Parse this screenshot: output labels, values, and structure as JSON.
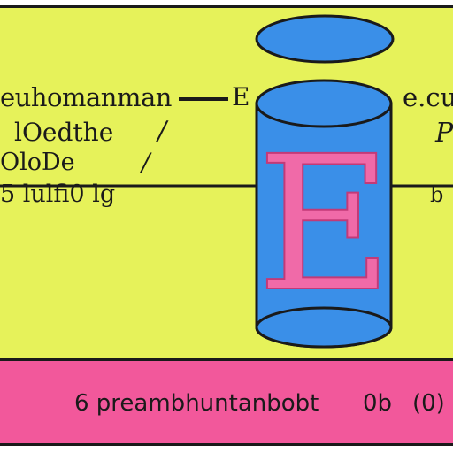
{
  "left_labels": {
    "line1": "euhomanman",
    "line2": "lOedthe",
    "line2_suffix": "/",
    "line3": "OloDe",
    "line3_suffix": "/",
    "line4": "5 lulfi0 lg"
  },
  "center_labels": {
    "arrow_tail": "E"
  },
  "right_labels": {
    "line1": "e.cu",
    "line2": "P",
    "line3": "b"
  },
  "cylinder": {
    "letter": "E",
    "body_color": "#3a8fe8",
    "letter_color": "#f06aa8"
  },
  "footer": {
    "caption": "6 preambhuntanbobt",
    "ref_b": "0b",
    "ref_c": "(0)"
  },
  "colors": {
    "background_panel": "#e6f25a",
    "footer_panel": "#f2589b",
    "outline": "#1a1a1a",
    "cylinder_blue": "#3a8fe8"
  }
}
